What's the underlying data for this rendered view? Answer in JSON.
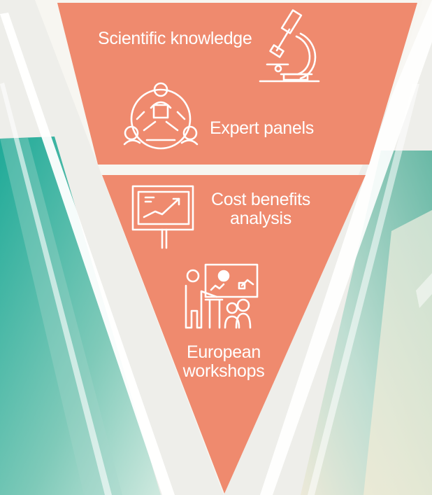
{
  "stages": [
    {
      "label": "Scientific knowledge",
      "icon": "microscope-icon"
    },
    {
      "label": "Expert panels",
      "icon": "expert-panel-icon"
    },
    {
      "label": "Cost benefits analysis",
      "icon": "presentation-chart-icon"
    },
    {
      "label": "European workshops",
      "icon": "workshop-presenter-icon"
    }
  ],
  "colors": {
    "funnel": "#ef8a6e",
    "icon_stroke": "#ffffff",
    "teal": "#2fae9c",
    "background": "#ecebe6"
  }
}
